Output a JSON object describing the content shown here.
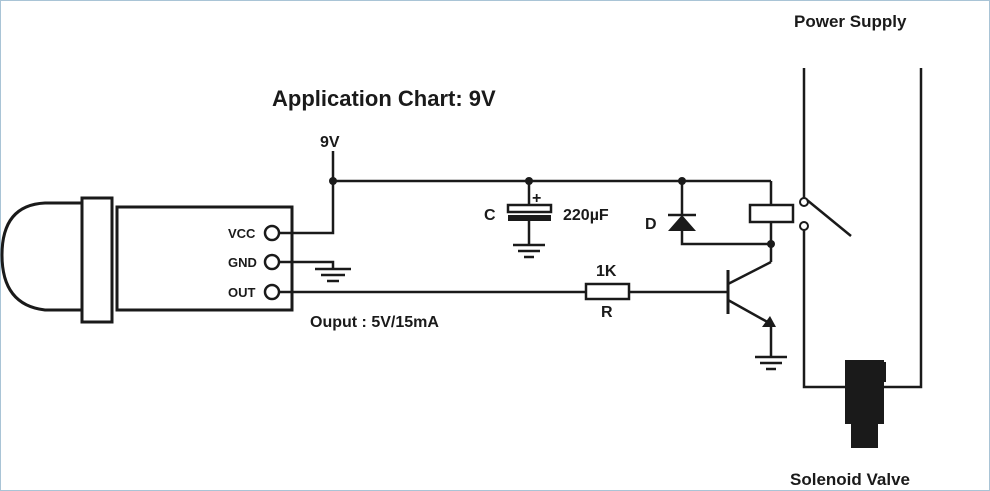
{
  "title": "Application Chart: 9V",
  "supply_label": "9V",
  "power_supply": "Power Supply",
  "solenoid_valve": "Solenoid Valve",
  "pins": {
    "vcc": "VCC",
    "gnd": "GND",
    "out": "OUT"
  },
  "output_note": "Ouput : 5V/15mA",
  "capacitor": {
    "name": "C",
    "value": "220µF",
    "polarity": "+"
  },
  "diode": {
    "name": "D"
  },
  "resistor": {
    "value": "1K",
    "name": "R"
  },
  "colors": {
    "line": "#1a1a1a",
    "border": "#a9c4d6",
    "background": "#ffffff"
  }
}
